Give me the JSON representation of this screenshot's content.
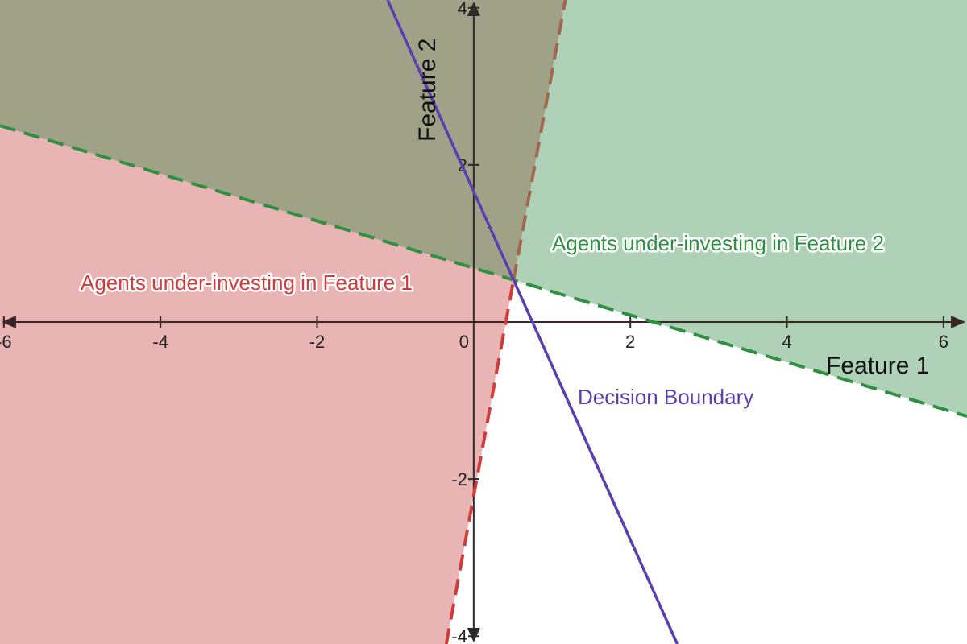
{
  "chart_data": {
    "type": "line",
    "title": "",
    "xlabel": "Feature 1",
    "ylabel": "Feature 2",
    "xlim": [
      -6.05,
      6.3
    ],
    "ylim": [
      -4.1,
      4.1
    ],
    "x_ticks": [
      -6,
      -4,
      -2,
      0,
      2,
      4,
      6
    ],
    "y_ticks": [
      -4,
      2,
      4,
      -2
    ],
    "x_tick_labels": [
      "-6",
      "-4",
      "-2",
      "0",
      "2",
      "4",
      "6"
    ],
    "y_tick_labels": [
      "4",
      "2",
      "-2",
      "-4"
    ],
    "series": [
      {
        "name": "Decision Boundary",
        "style": "solid",
        "color": "#5b3fb0",
        "points": [
          [
            -1.1,
            4.1
          ],
          [
            2.6,
            -4.1
          ]
        ]
      },
      {
        "name": "",
        "style": "dashed",
        "color": "#2f9042",
        "points": [
          [
            -6.05,
            2.5
          ],
          [
            6.3,
            -1.2
          ]
        ]
      },
      {
        "name": "",
        "style": "dashed",
        "color": "#d23b3b",
        "points": [
          [
            -0.35,
            -4.1
          ],
          [
            1.17,
            4.1
          ]
        ]
      }
    ],
    "regions": [
      {
        "label": "Agents under-investing in Feature 1",
        "color": "#e8b4b4",
        "label_color": "#d23b3b"
      },
      {
        "label": "Agents under-investing in Feature 2",
        "color": "#afd1b7",
        "label_color": "#2f9042"
      }
    ],
    "overlap_color": "#a0a287",
    "grid": false,
    "legend": "none"
  }
}
